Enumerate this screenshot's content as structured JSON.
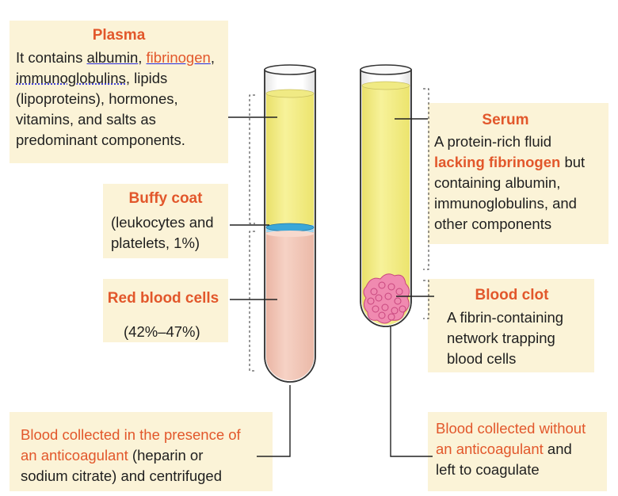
{
  "plasma": {
    "title": "Plasma",
    "text_prefix": "It contains ",
    "albumin": "albumin",
    "comma1": ", ",
    "fibrinogen": "fibrinogen",
    "comma2": ",",
    "immunoglobulins": "immunoglobulins",
    "rest1": ", lipids",
    "line3": "(lipoproteins), hormones,",
    "line4": "vitamins, and salts as",
    "line5": "predominant components."
  },
  "buffy_coat": {
    "title": "Buffy coat",
    "line1": "(leukocytes and",
    "line2": "platelets, 1%)"
  },
  "red_blood_cells": {
    "title": "Red blood cells",
    "value": "(42%–47%)"
  },
  "left_caption": {
    "line1": "Blood collected in the presence of",
    "line2_red": "an anticoagulant",
    "line2_rest": " (heparin or",
    "line3": "sodium citrate) and centrifuged"
  },
  "serum": {
    "title": "Serum",
    "line1": "A protein-rich fluid",
    "line2_red": "lacking fibrinogen",
    "line2_rest": " but",
    "line3": "containing albumin,",
    "line4": "immunoglobulins, and",
    "line5": "other components"
  },
  "blood_clot": {
    "title": "Blood clot",
    "line1": "A fibrin-containing",
    "line2": "network trapping",
    "line3": "blood cells"
  },
  "right_caption": {
    "line1": "Blood collected without",
    "line2_red": "an anticoagulant",
    "line2_rest": " and",
    "line3": "left to coagulate"
  },
  "colors": {
    "accent_red": "#e2572b",
    "label_bg": "#fbf3d7",
    "plasma_yellow": "#f4ee8a",
    "rbc_pink": "#f2c4b5",
    "buffy_blue": "#3aa7d8"
  }
}
